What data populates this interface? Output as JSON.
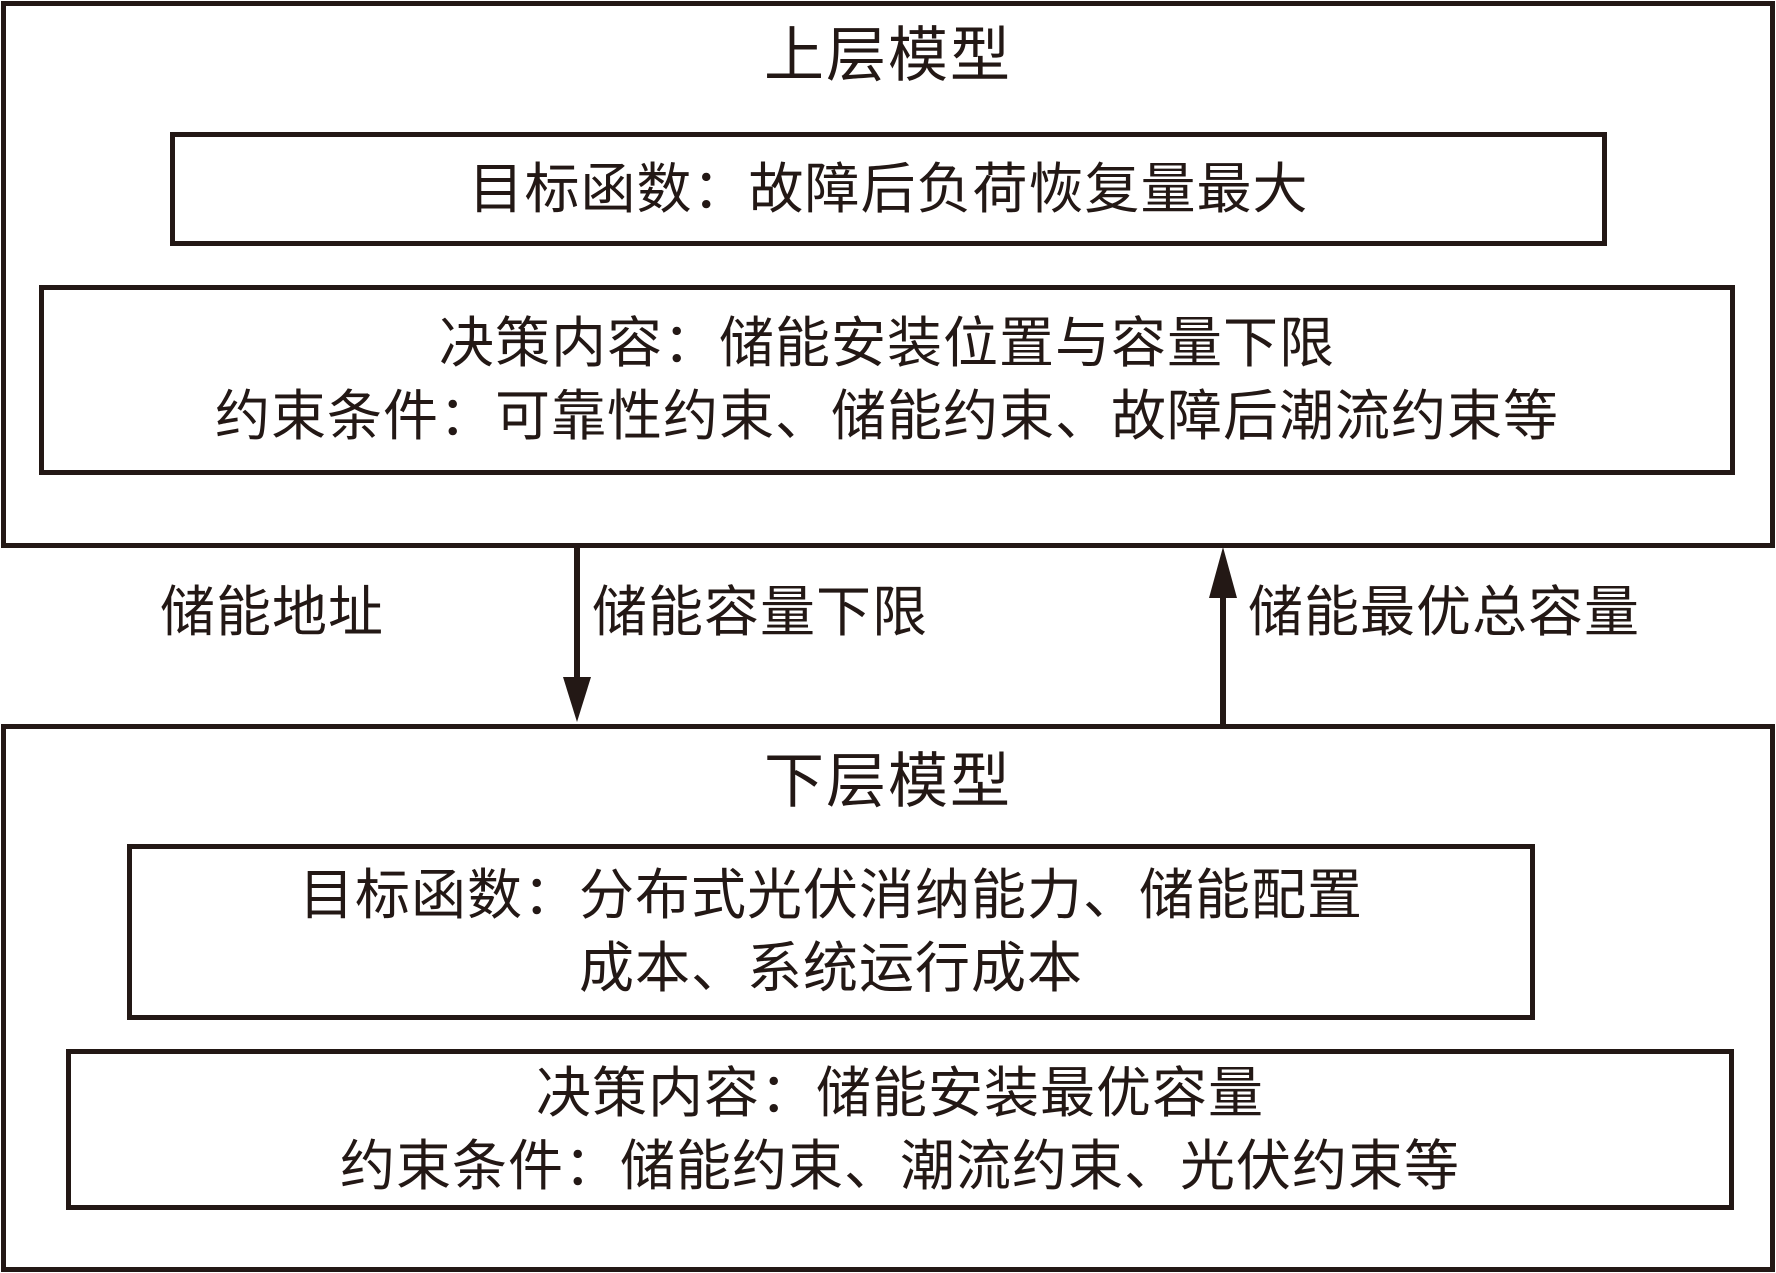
{
  "diagram": {
    "title_visible": false,
    "colors": {
      "stroke": "#231815",
      "background": "#ffffff"
    },
    "upper_model": {
      "title": "上层模型",
      "objective_box": {
        "lines": [
          "目标函数：故障后负荷恢复量最大"
        ]
      },
      "decision_box": {
        "lines": [
          "决策内容：储能安装位置与容量下限",
          "约束条件：可靠性约束、储能约束、故障后潮流约束等"
        ]
      }
    },
    "lower_model": {
      "title": "下层模型",
      "objective_box": {
        "lines": [
          "目标函数：分布式光伏消纳能力、储能配置",
          "成本、系统运行成本"
        ]
      },
      "decision_box": {
        "lines": [
          "决策内容：储能安装最优容量",
          "约束条件：储能约束、潮流约束、光伏约束等"
        ]
      }
    },
    "connectors": [
      {
        "label": "储能地址",
        "direction": "down",
        "has_arrow_line": false
      },
      {
        "label": "储能容量下限",
        "direction": "down",
        "has_arrow_line": true
      },
      {
        "label": "储能最优总容量",
        "direction": "up",
        "has_arrow_line": true
      }
    ]
  }
}
